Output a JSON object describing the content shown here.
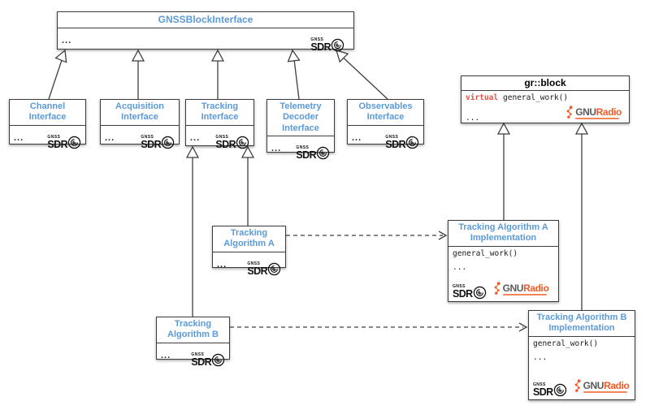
{
  "colors": {
    "title_blue": "#5b9ad8",
    "keyword_red": "#e0544a",
    "gnuradio_orange": "#f15a24",
    "gnu_gray": "#58595b",
    "line": "#3f3f3f"
  },
  "logos": {
    "gnss_sdr": {
      "top": "GNSS",
      "main": "SDR"
    },
    "gnuradio": {
      "gnu": "GNU",
      "radio": "Radio"
    }
  },
  "nodes": {
    "gnss_block_interface": {
      "title": "GNSSBlockInterface",
      "ellipsis": "..."
    },
    "channel_interface": {
      "title": "Channel Interface",
      "ellipsis": "..."
    },
    "acquisition_interface": {
      "title": "Acquisition Interface",
      "ellipsis": "..."
    },
    "tracking_interface": {
      "title": "Tracking Interface",
      "ellipsis": "..."
    },
    "telemetry_decoder_interface": {
      "title": "Telemetry Decoder Interface",
      "ellipsis": "..."
    },
    "observables_interface": {
      "title": "Observables Interface",
      "ellipsis": "..."
    },
    "gr_block": {
      "title": "gr::block",
      "member_keyword": "virtual",
      "member_code": "general_work()",
      "ellipsis": "..."
    },
    "tracking_algorithm_a": {
      "title": "Tracking Algorithm A",
      "ellipsis": "..."
    },
    "tracking_algorithm_b": {
      "title": "Tracking Algorithm B",
      "ellipsis": "..."
    },
    "tracking_algorithm_a_implementation": {
      "title": "Tracking Algorithm A Implementation",
      "member_code": "general_work()",
      "ellipsis": "..."
    },
    "tracking_algorithm_b_implementation": {
      "title": "Tracking Algorithm B Implementation",
      "member_code": "general_work()",
      "ellipsis": "..."
    }
  }
}
